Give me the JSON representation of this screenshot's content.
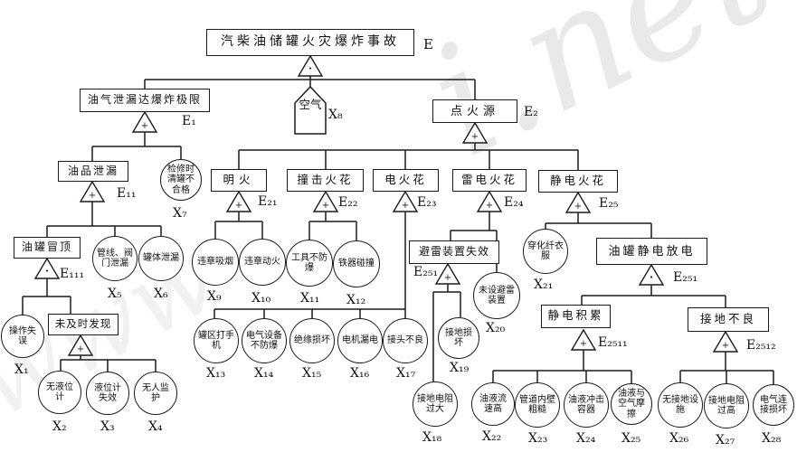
{
  "diagram": {
    "top_event": {
      "label": "汽柴油储罐火灾爆炸事故",
      "code": "E"
    },
    "gates": {
      "and": "·",
      "or": "+"
    },
    "watermark": {
      "top_right": "i.net",
      "bottom_left": "www"
    },
    "nodes": {
      "e1": {
        "label": "油气泄漏达爆炸极限",
        "code": "E₁"
      },
      "x8": {
        "label": "空气",
        "code": "X₈"
      },
      "e2": {
        "label": "点火源",
        "code": "E₂"
      },
      "e11": {
        "label": "油品泄漏",
        "code": "E₁₁"
      },
      "x7": {
        "label": "检修时清罐不合格",
        "code": "X₇"
      },
      "e111": {
        "label": "油罐冒顶",
        "code": "E₁₁₁"
      },
      "x5": {
        "label": "管线、阀门泄漏",
        "code": "X₅"
      },
      "x6": {
        "label": "罐体泄漏",
        "code": "X₆"
      },
      "x1": {
        "label": "操作失误",
        "code": "X₁"
      },
      "noticed": {
        "label": "未及时发现"
      },
      "x2": {
        "label": "无液位计",
        "code": "X₂"
      },
      "x3": {
        "label": "液位计失效",
        "code": "X₃"
      },
      "x4": {
        "label": "无人监护",
        "code": "X₄"
      },
      "e21": {
        "label": "明火",
        "code": "E₂₁"
      },
      "x9": {
        "label": "违章吸烟",
        "code": "X₉"
      },
      "x10": {
        "label": "违章动火",
        "code": "X₁₀"
      },
      "e22": {
        "label": "撞击火花",
        "code": "E₂₂"
      },
      "x11": {
        "label": "工具不防爆",
        "code": "X₁₁"
      },
      "x12": {
        "label": "铁器碰撞",
        "code": "X₁₂"
      },
      "e23": {
        "label": "电火花",
        "code": "E₂₃"
      },
      "x13": {
        "label": "罐区打手机",
        "code": "X₁₃"
      },
      "x14": {
        "label": "电气设备不防爆",
        "code": "X₁₄"
      },
      "x15": {
        "label": "绝缘损坏",
        "code": "X₁₅"
      },
      "x16": {
        "label": "电机漏电",
        "code": "X₁₆"
      },
      "x17": {
        "label": "接头不良",
        "code": "X₁₇"
      },
      "e24": {
        "label": "雷电火花",
        "code": "E₂₄"
      },
      "e251a": {
        "label": "避雷装置失效",
        "code": "E₂₅₁"
      },
      "x18": {
        "label": "接地电阻过大",
        "code": "X₁₈"
      },
      "x19": {
        "label": "接地损坏",
        "code": "X₁₉"
      },
      "x20": {
        "label": "未设避雷装置",
        "code": "X₂₀"
      },
      "e25": {
        "label": "静电火花",
        "code": "E₂₅"
      },
      "x21": {
        "label": "穿化纤衣服",
        "code": "X₂₁"
      },
      "e251b": {
        "label": "油罐静电放电",
        "code": "E₂₅₁"
      },
      "e2511": {
        "label": "静电积累",
        "code": "E₂₅₁₁"
      },
      "x22": {
        "label": "油液流速高",
        "code": "X₂₂"
      },
      "x23": {
        "label": "管道内壁粗糙",
        "code": "X₂₃"
      },
      "x24": {
        "label": "油液冲击容器",
        "code": "X₂₄"
      },
      "x25": {
        "label": "油液与空气摩擦",
        "code": "X₂₅"
      },
      "e2512": {
        "label": "接地不良",
        "code": "E₂₅₁₂"
      },
      "x26": {
        "label": "无接地设施",
        "code": "X₂₆"
      },
      "x27": {
        "label": "接地电阻过高",
        "code": "X₂₇"
      },
      "x28": {
        "label": "电气连接损坏",
        "code": "X₂₈"
      }
    }
  }
}
